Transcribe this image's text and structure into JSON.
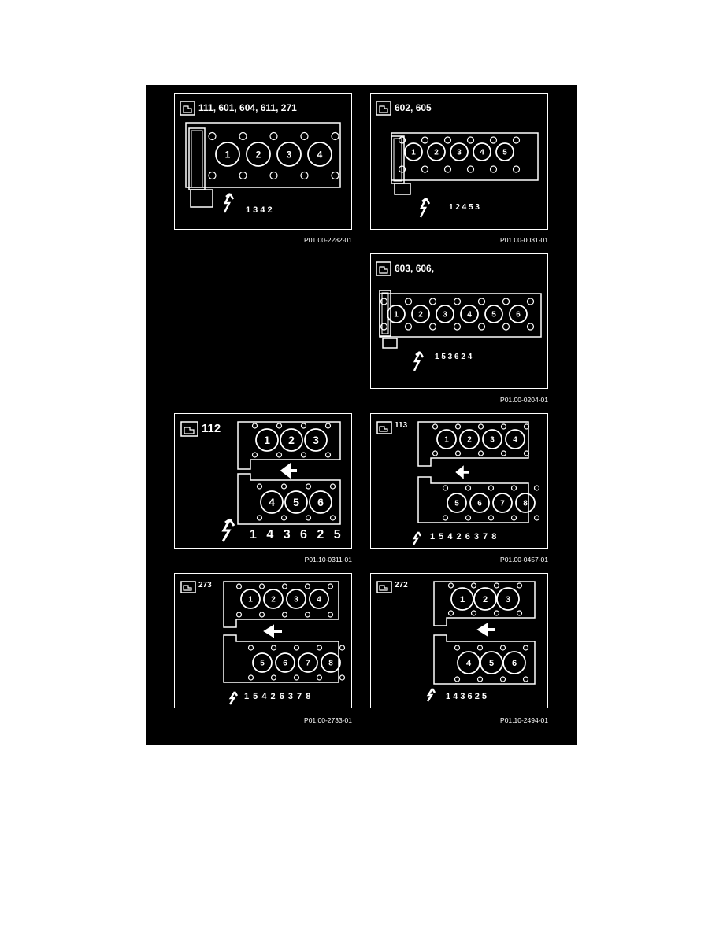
{
  "panels": [
    {
      "id": "p1",
      "title": "111, 601, 604, 611, 271",
      "firing_order": "1  3  4  2",
      "caption": "P01.00-2282-01",
      "cylinders": [
        "1",
        "2",
        "3",
        "4"
      ]
    },
    {
      "id": "p2",
      "title": "602, 605",
      "firing_order": "1  2  4  5  3",
      "caption": "P01.00-0031-01",
      "cylinders": [
        "1",
        "2",
        "3",
        "4",
        "5"
      ]
    },
    {
      "id": "p3",
      "title": "603, 606,",
      "firing_order": "1  5  3  6  2  4",
      "caption": "P01.00-0204-01",
      "cylinders": [
        "1",
        "2",
        "3",
        "4",
        "5",
        "6"
      ]
    },
    {
      "id": "p4",
      "title": "112",
      "firing_order": "1 4 3 6 2 5",
      "caption": "P01.10-0311-01",
      "bank_top": [
        "1",
        "2",
        "3"
      ],
      "bank_bottom": [
        "4",
        "5",
        "6"
      ]
    },
    {
      "id": "p5",
      "title": "113",
      "firing_order": "1 5 4 2 6 3 7 8",
      "caption": "P01.00-0457-01",
      "bank_top": [
        "1",
        "2",
        "3",
        "4"
      ],
      "bank_bottom": [
        "5",
        "6",
        "7",
        "8"
      ]
    },
    {
      "id": "p6",
      "title": "273",
      "firing_order": "1 5 4 2 6 3 7 8",
      "caption": "P01.00-2733-01",
      "bank_top": [
        "1",
        "2",
        "3",
        "4"
      ],
      "bank_bottom": [
        "5",
        "6",
        "7",
        "8"
      ]
    },
    {
      "id": "p7",
      "title": "272",
      "firing_order": "1  4  3  6  2  5",
      "caption": "P01.10-2494-01",
      "bank_top": [
        "1",
        "2",
        "3"
      ],
      "bank_bottom": [
        "4",
        "5",
        "6"
      ]
    }
  ]
}
